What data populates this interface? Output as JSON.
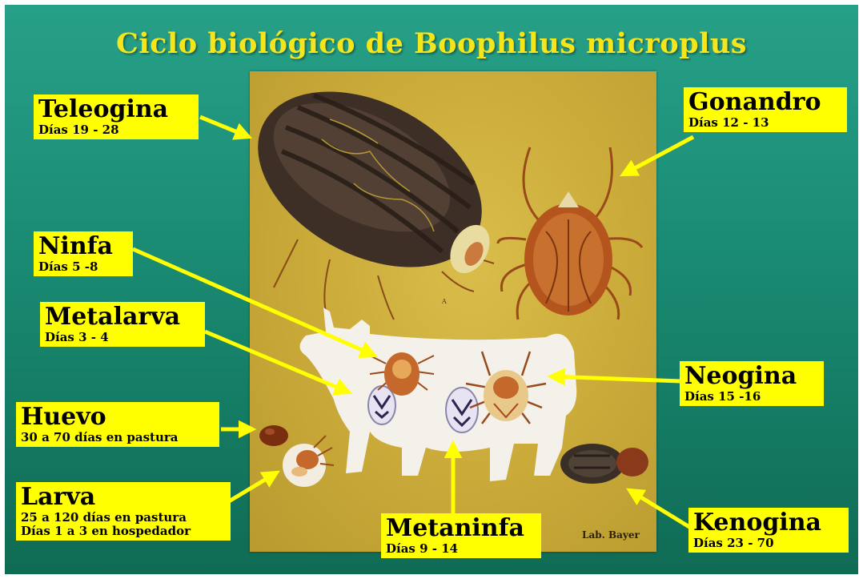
{
  "title": "Ciclo biológico de Boophilus microplus",
  "credit": "Lab. Bayer",
  "labels": {
    "teleogina": {
      "name": "Teleogina",
      "days": "Días 19 - 28"
    },
    "gonandro": {
      "name": "Gonandro",
      "days": "Días 12 - 13"
    },
    "ninfa": {
      "name": "Ninfa",
      "days": "Días 5 -8"
    },
    "metalarva": {
      "name": "Metalarva",
      "days": "Días 3 - 4"
    },
    "neogina": {
      "name": "Neogina",
      "days": "Días 15 -16"
    },
    "huevo": {
      "name": "Huevo",
      "days": "30 a 70 días en pastura"
    },
    "larva": {
      "name": "Larva",
      "days_1": "25 a 120 días en pastura",
      "days_2": "Días 1 a 3 en hospedador"
    },
    "metaninfa": {
      "name": "Metaninfa",
      "days": "Días 9 - 14"
    },
    "kenogina": {
      "name": "Kenogina",
      "days": "Días 23 - 70"
    }
  },
  "colors": {
    "background": "#1a8a72",
    "title": "#f5e61c",
    "label_bg": "#ffff00",
    "arrow": "#ffff00",
    "plate": "#c9a938"
  }
}
